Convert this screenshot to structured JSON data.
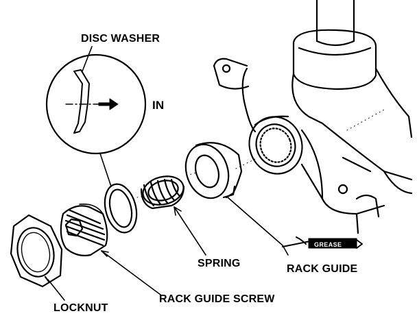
{
  "labels": {
    "disc_washer": "DISC WASHER",
    "in": "IN",
    "spring": "SPRING",
    "rack_guide": "RACK GUIDE",
    "grease": "GREASE",
    "locknut": "LOCKNUT",
    "rack_guide_screw": "RACK GUIDE SCREW"
  },
  "colors": {
    "ink": "#000000",
    "paper": "#ffffff"
  }
}
